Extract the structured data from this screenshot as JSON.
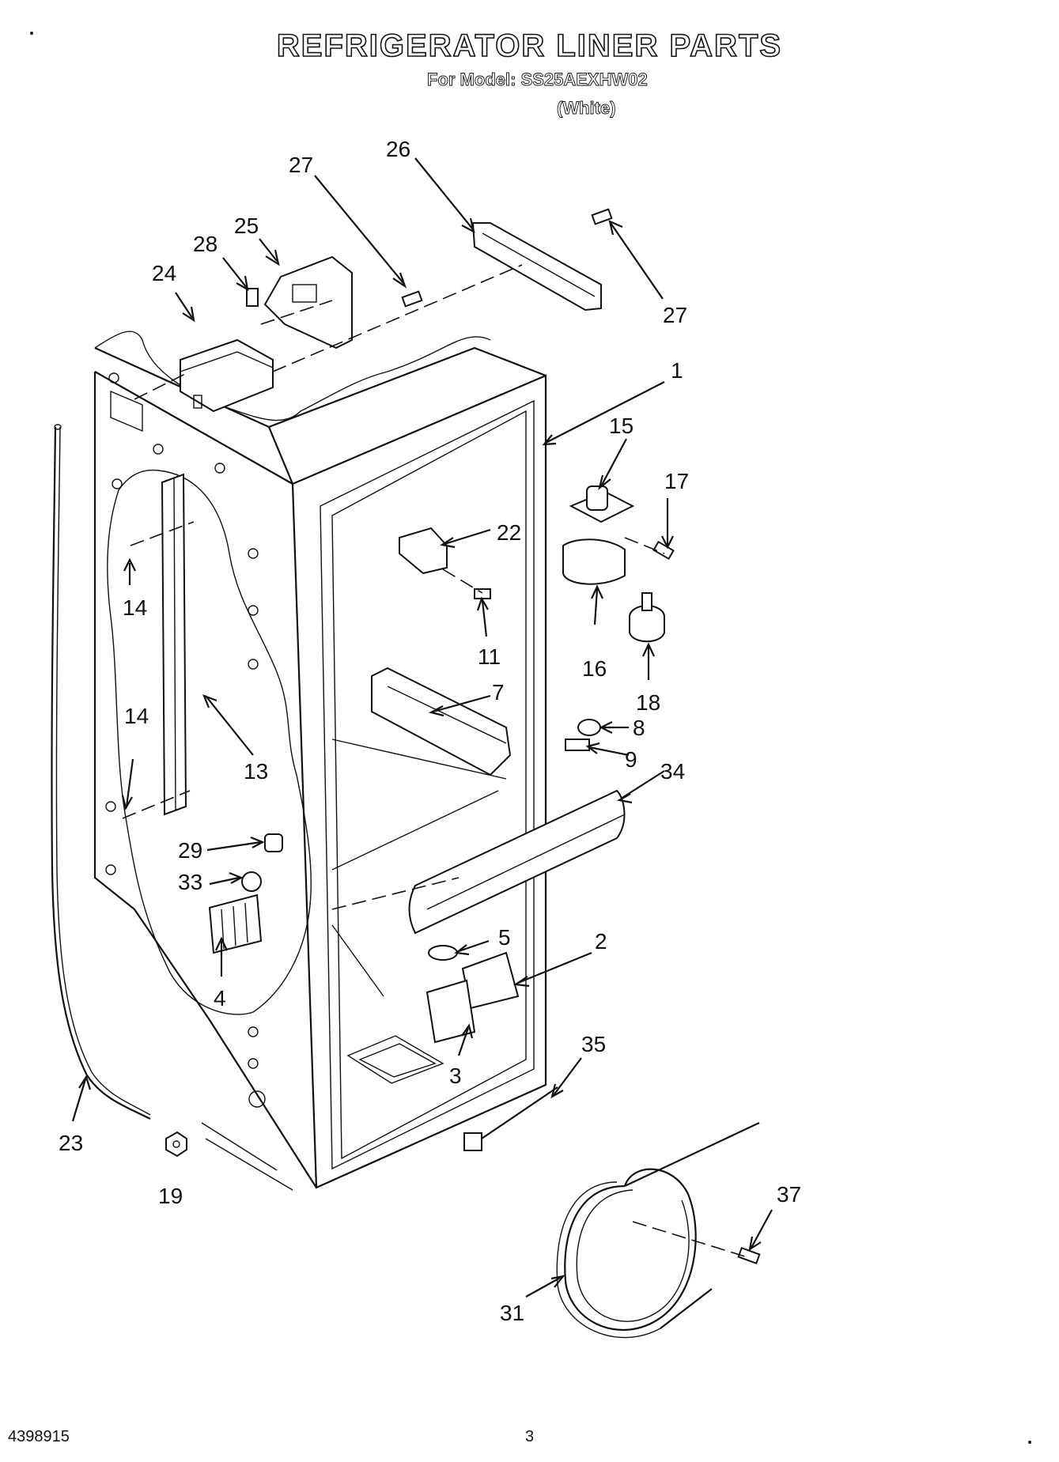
{
  "header": {
    "title": "REFRIGERATOR LINER PARTS",
    "model_line": "For Model: SS25AEXHW02",
    "variant": "(White)"
  },
  "footer": {
    "document_number": "4398915",
    "page_number": "3"
  },
  "callouts": [
    "27",
    "26",
    "25",
    "28",
    "24",
    "27",
    "1",
    "15",
    "17",
    "22",
    "14",
    "11",
    "16",
    "18",
    "7",
    "14",
    "13",
    "8",
    "9",
    "34",
    "29",
    "33",
    "5",
    "2",
    "4",
    "3",
    "35",
    "23",
    "19",
    "37",
    "31"
  ]
}
